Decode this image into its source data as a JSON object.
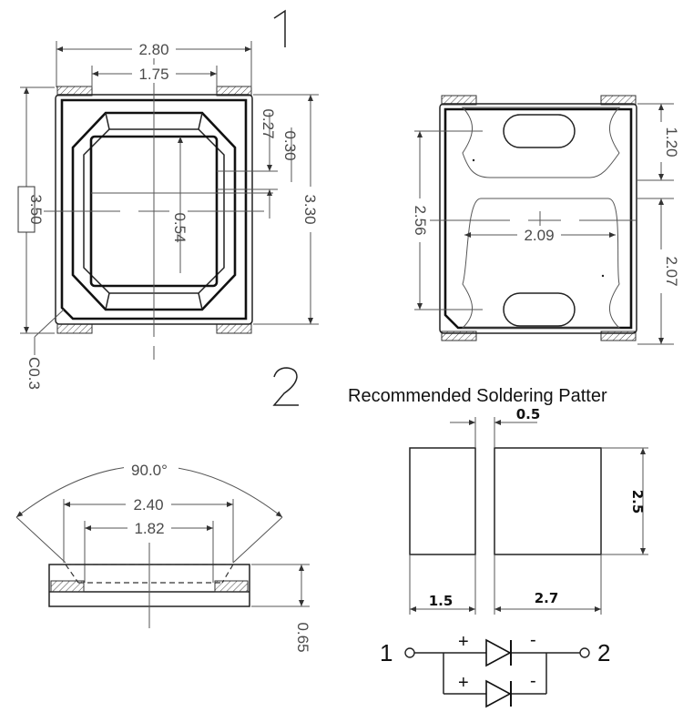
{
  "view_numbers": {
    "one": "1",
    "two": "2"
  },
  "top_view": {
    "width": "2.80",
    "inner_width": "1.75",
    "height_box": "3.50",
    "height": "3.30",
    "dim_a": "0.27",
    "dim_b": "0.30",
    "dim_c": "0.54",
    "chamfer": "C0.3"
  },
  "bottom_view": {
    "pad_height": "1.20",
    "pad_span": "2.56",
    "pad_width": "2.09",
    "pad_length": "2.07"
  },
  "side_view": {
    "angle": "90.0°",
    "outer_width": "2.40",
    "inner_width": "1.82",
    "thickness": "0.65"
  },
  "soldering_pattern": {
    "title": "Recommended Soldering Patter",
    "gap": "0.5",
    "height": "2.5",
    "small_pad_width": "1.5",
    "large_pad_width": "2.7"
  },
  "circuit": {
    "terminal_1": "1",
    "terminal_2": "2",
    "plus_top": "+",
    "minus_top": "-",
    "plus_bottom": "+",
    "minus_bottom": "-"
  }
}
